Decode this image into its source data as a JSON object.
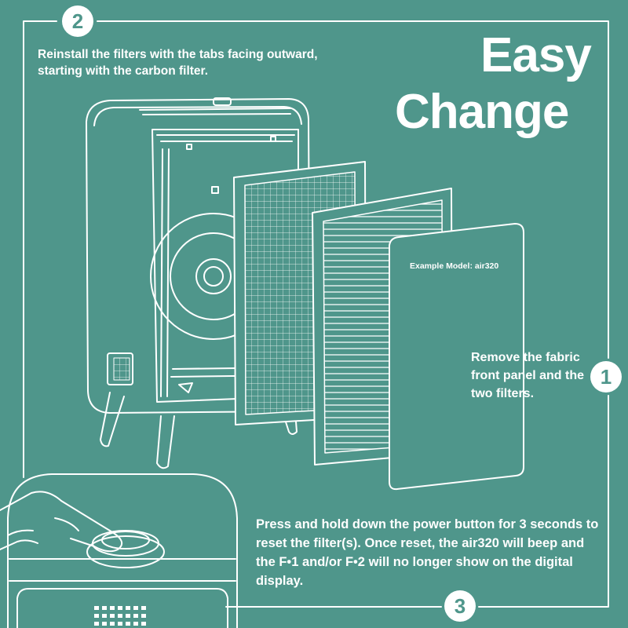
{
  "title": {
    "line1": "Easy",
    "line2": "Change"
  },
  "steps": {
    "step1": {
      "number": "1",
      "text": "Remove the fabric front panel and the two filters."
    },
    "step2": {
      "number": "2",
      "text": "Reinstall the filters with the tabs facing outward, starting with the carbon filter."
    },
    "step3": {
      "number": "3",
      "text": "Press and hold down the power button for 3 seconds to reset the filter(s). Once reset, the air320 will beep and the F•1 and/or F•2 will no longer show on the digital display."
    }
  },
  "panel_label": "Example Model: air320",
  "colors": {
    "background": "#4f968b",
    "line": "#ffffff"
  },
  "illustrations": [
    "air-purifier-body-icon",
    "carbon-filter-icon",
    "hepa-filter-icon",
    "fabric-front-panel-icon",
    "finger-pressing-power-button-icon"
  ]
}
